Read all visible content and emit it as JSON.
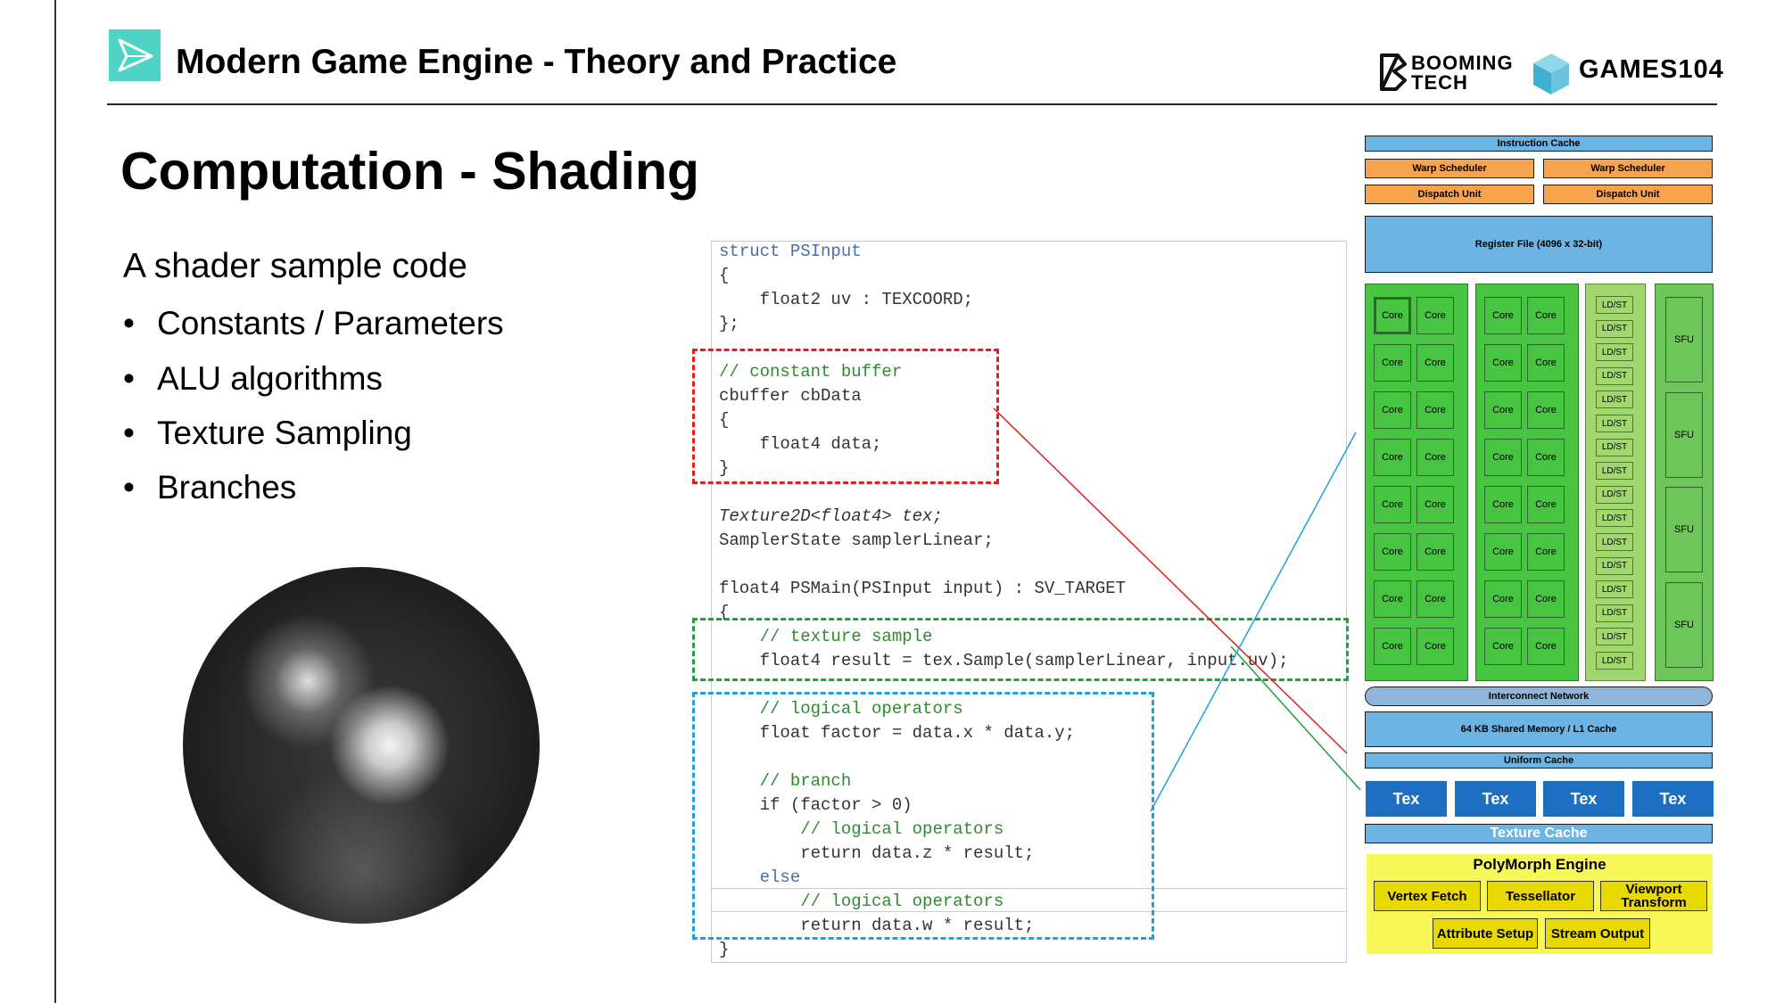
{
  "header": {
    "course_title": "Modern Game Engine - Theory and Practice",
    "logo_booming_line1": "BOOMING",
    "logo_booming_line2": "TECH",
    "logo_games": "GAMES104"
  },
  "slide": {
    "title": "Computation - Shading",
    "subtitle": "A shader sample code",
    "bullets": [
      "Constants / Parameters",
      "ALU algorithms",
      "Texture Sampling",
      "Branches"
    ]
  },
  "code": {
    "lines": [
      "struct PSInput",
      "{",
      "    float2 uv : TEXCOORD;",
      "};",
      "// constant buffer",
      "cbuffer cbData",
      "{",
      "    float4 data;",
      "}",
      "Texture2D<float4> tex;",
      "SamplerState samplerLinear;",
      "float4 PSMain(PSInput input) : SV_TARGET",
      "{",
      "    // texture sample",
      "    float4 result = tex.Sample(samplerLinear, input.uv);",
      "    // logical operators",
      "    float factor = data.x * data.y;",
      "    // branch",
      "    if (factor > 0)",
      "        // logical operators",
      "        return data.z * result;",
      "    else",
      "        // logical operators",
      "        return data.w * result;",
      "}"
    ]
  },
  "gpu": {
    "instruction_cache": "Instruction Cache",
    "warp_scheduler": "Warp Scheduler",
    "dispatch_unit": "Dispatch Unit",
    "register_file": "Register File (4096 x 32-bit)",
    "core": "Core",
    "ldst": "LD/ST",
    "sfu": "SFU",
    "interconnect": "Interconnect Network",
    "shared_memory": "64 KB Shared Memory / L1 Cache",
    "uniform_cache": "Uniform Cache",
    "tex": "Tex",
    "texture_cache": "Texture Cache",
    "polymorph": "PolyMorph Engine",
    "vertex_fetch": "Vertex Fetch",
    "tessellator": "Tessellator",
    "viewport_transform": "Viewport Transform",
    "attribute_setup": "Attribute Setup",
    "stream_output": "Stream Output"
  },
  "colors": {
    "constant_box": "#e02020",
    "texture_box": "#20a040",
    "logic_box": "#20a0e0",
    "logo_teal": "#4fd3c4"
  }
}
